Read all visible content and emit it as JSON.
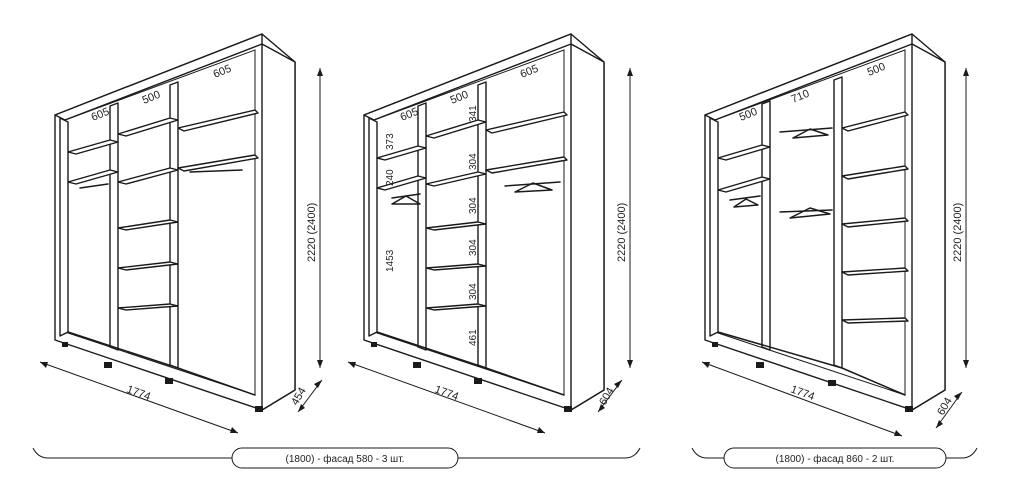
{
  "wardrobes": [
    {
      "id": "w1",
      "top_labels": [
        "605",
        "500",
        "605"
      ],
      "side_labels": [],
      "width_label": "1774",
      "height_label": "2220 (2400)",
      "depth_label": "454"
    },
    {
      "id": "w2",
      "top_labels": [
        "605",
        "500",
        "605"
      ],
      "side_labels": [
        "373",
        "240",
        "1453",
        "341",
        "304",
        "304",
        "304",
        "304",
        "461"
      ],
      "width_label": "1774",
      "height_label": "2220 (2400)",
      "depth_label": "604"
    },
    {
      "id": "w3",
      "top_labels": [
        "500",
        "710",
        "500"
      ],
      "side_labels": [],
      "width_label": "1774",
      "height_label": "2220 (2400)",
      "depth_label": "604"
    }
  ],
  "captions": [
    "(1800) - фасад 580 - 3 шт.",
    "(1800) - фасад 860 - 2 шт."
  ]
}
